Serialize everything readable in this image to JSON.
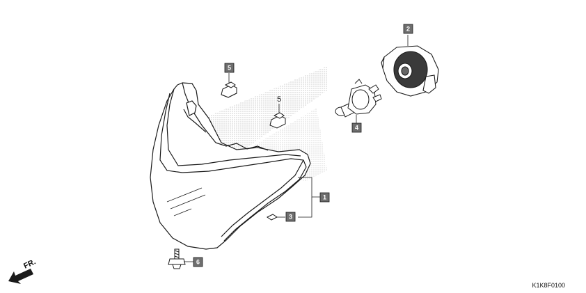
{
  "diagram": {
    "front_label": "FR.",
    "diagram_code": "K1K8F0100",
    "callouts": {
      "c1": "1",
      "c2": "2",
      "c3": "3",
      "c4": "4",
      "c5": "5",
      "c5b": "5",
      "c6": "6"
    }
  },
  "colors": {
    "callout_fill": "#6e6e6e",
    "line": "#1a1a1a",
    "stipple": "#c8c8c8"
  }
}
